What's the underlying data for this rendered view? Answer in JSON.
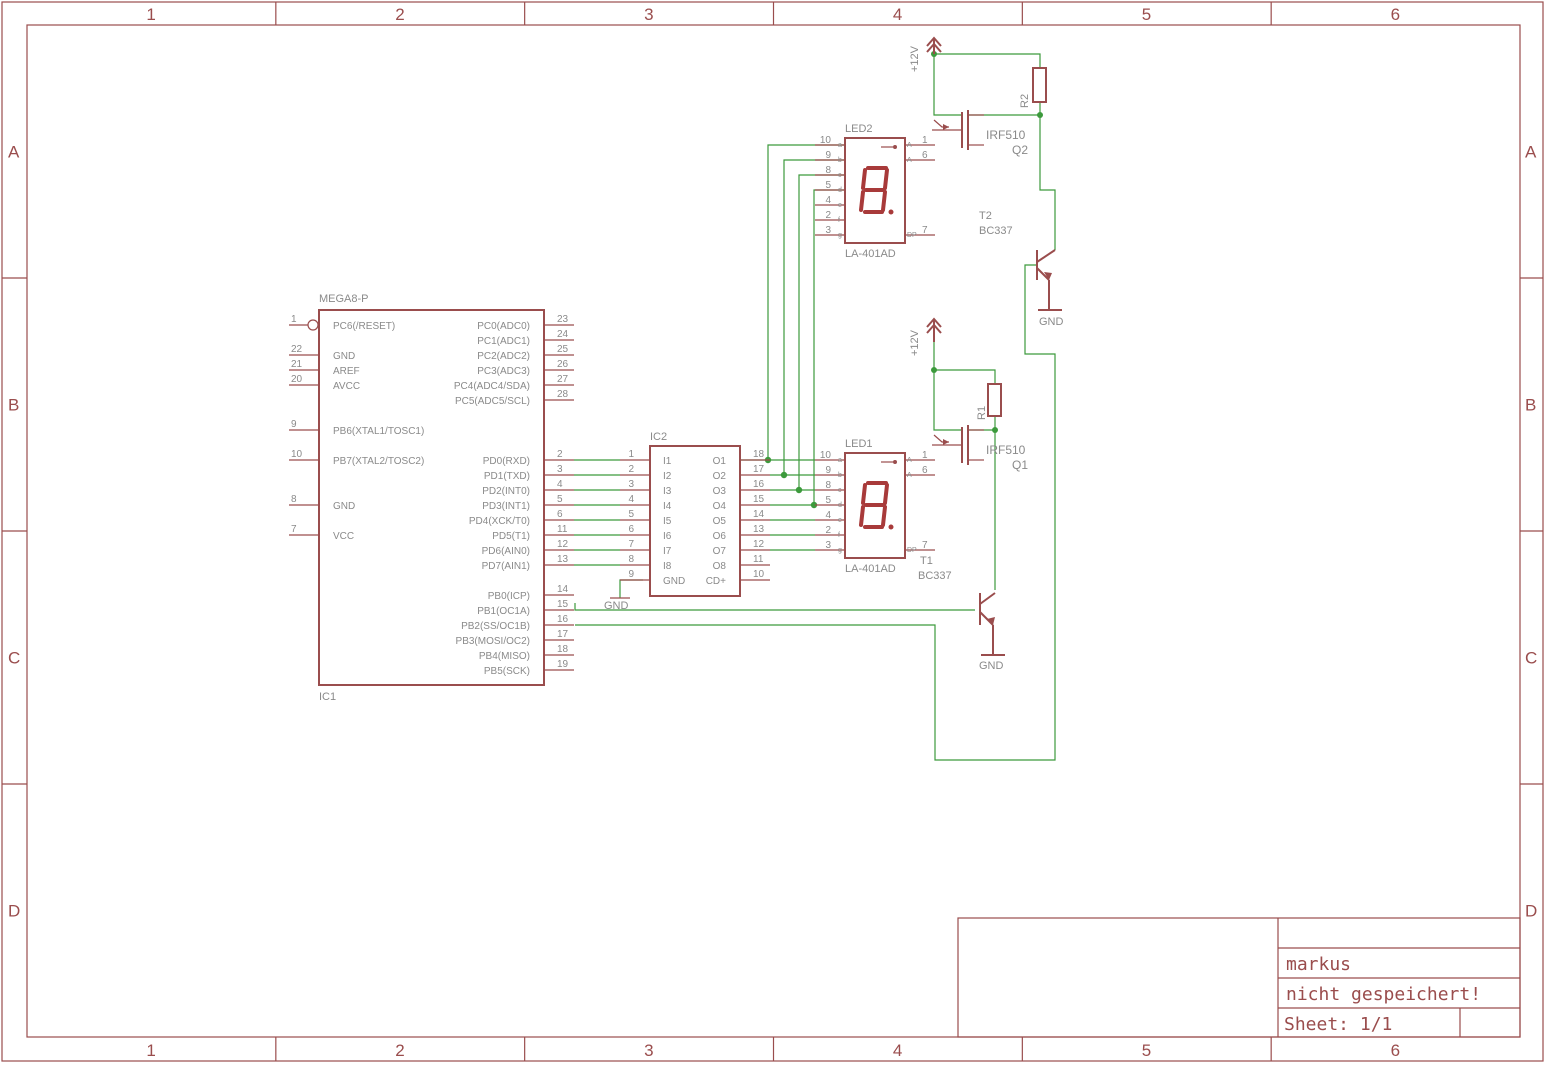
{
  "frame": {
    "columns": [
      "1",
      "2",
      "3",
      "4",
      "5",
      "6"
    ],
    "rows": [
      "A",
      "B",
      "C",
      "D"
    ]
  },
  "ic1": {
    "value": "MEGA8-P",
    "name": "IC1",
    "left_pins": [
      {
        "num": "1",
        "name": "PC6(/RESET)"
      },
      {
        "num": "22",
        "name": "GND"
      },
      {
        "num": "21",
        "name": "AREF"
      },
      {
        "num": "20",
        "name": "AVCC"
      },
      {
        "num": "9",
        "name": "PB6(XTAL1/TOSC1)"
      },
      {
        "num": "10",
        "name": "PB7(XTAL2/TOSC2)"
      },
      {
        "num": "8",
        "name": "GND"
      },
      {
        "num": "7",
        "name": "VCC"
      }
    ],
    "right_pins": [
      {
        "num": "23",
        "name": "PC0(ADC0)"
      },
      {
        "num": "24",
        "name": "PC1(ADC1)"
      },
      {
        "num": "25",
        "name": "PC2(ADC2)"
      },
      {
        "num": "26",
        "name": "PC3(ADC3)"
      },
      {
        "num": "27",
        "name": "PC4(ADC4/SDA)"
      },
      {
        "num": "28",
        "name": "PC5(ADC5/SCL)"
      },
      {
        "num": "2",
        "name": "PD0(RXD)"
      },
      {
        "num": "3",
        "name": "PD1(TXD)"
      },
      {
        "num": "4",
        "name": "PD2(INT0)"
      },
      {
        "num": "5",
        "name": "PD3(INT1)"
      },
      {
        "num": "6",
        "name": "PD4(XCK/T0)"
      },
      {
        "num": "11",
        "name": "PD5(T1)"
      },
      {
        "num": "12",
        "name": "PD6(AIN0)"
      },
      {
        "num": "13",
        "name": "PD7(AIN1)"
      },
      {
        "num": "14",
        "name": "PB0(ICP)"
      },
      {
        "num": "15",
        "name": "PB1(OC1A)"
      },
      {
        "num": "16",
        "name": "PB2(SS/OC1B)"
      },
      {
        "num": "17",
        "name": "PB3(MOSI/OC2)"
      },
      {
        "num": "18",
        "name": "PB4(MISO)"
      },
      {
        "num": "19",
        "name": "PB5(SCK)"
      }
    ]
  },
  "ic2": {
    "name": "IC2",
    "left_pins": [
      {
        "num": "1",
        "name": "I1"
      },
      {
        "num": "2",
        "name": "I2"
      },
      {
        "num": "3",
        "name": "I3"
      },
      {
        "num": "4",
        "name": "I4"
      },
      {
        "num": "5",
        "name": "I5"
      },
      {
        "num": "6",
        "name": "I6"
      },
      {
        "num": "7",
        "name": "I7"
      },
      {
        "num": "8",
        "name": "I8"
      },
      {
        "num": "9",
        "name": "GND"
      }
    ],
    "right_pins": [
      {
        "num": "18",
        "name": "O1"
      },
      {
        "num": "17",
        "name": "O2"
      },
      {
        "num": "16",
        "name": "O3"
      },
      {
        "num": "15",
        "name": "O4"
      },
      {
        "num": "14",
        "name": "O5"
      },
      {
        "num": "13",
        "name": "O6"
      },
      {
        "num": "12",
        "name": "O7"
      },
      {
        "num": "11",
        "name": "O8"
      },
      {
        "num": "10",
        "name": "CD+"
      }
    ],
    "gnd_label": "GND"
  },
  "led_pins_left": [
    {
      "num": "10",
      "seg": "a"
    },
    {
      "num": "9",
      "seg": "b"
    },
    {
      "num": "8",
      "seg": "c"
    },
    {
      "num": "5",
      "seg": "d"
    },
    {
      "num": "4",
      "seg": "e"
    },
    {
      "num": "2",
      "seg": "f"
    },
    {
      "num": "3",
      "seg": "g"
    }
  ],
  "led_pins_right": [
    {
      "num": "1",
      "seg": "A"
    },
    {
      "num": "6",
      "seg": "A"
    },
    {
      "num": "7",
      "seg": "DP"
    }
  ],
  "led1": {
    "name": "LED1",
    "value": "LA-401AD"
  },
  "led2": {
    "name": "LED2",
    "value": "LA-401AD"
  },
  "q1": {
    "type": "IRF510",
    "name": "Q1"
  },
  "q2": {
    "type": "IRF510",
    "name": "Q2"
  },
  "r1": {
    "name": "R1"
  },
  "r2": {
    "name": "R2"
  },
  "t1": {
    "name": "T1",
    "type": "BC337",
    "gnd": "GND"
  },
  "t2": {
    "name": "T2",
    "type": "BC337",
    "gnd": "GND"
  },
  "supply": {
    "label": "+12V"
  },
  "title_block": {
    "author": "markus",
    "file": "nicht gespeichert!",
    "sheet": "Sheet: 1/1"
  }
}
